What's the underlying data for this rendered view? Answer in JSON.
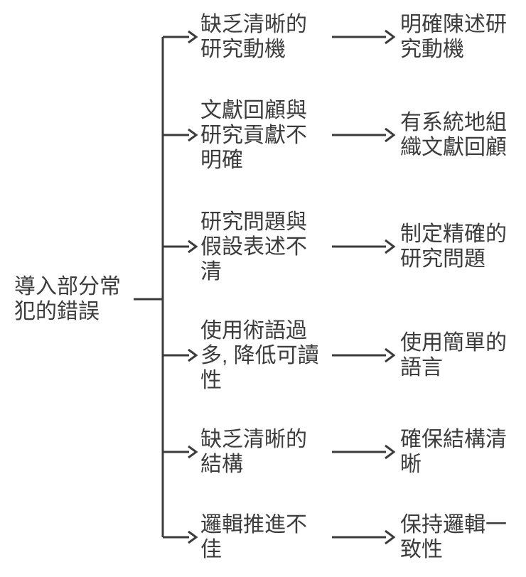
{
  "diagram": {
    "root": {
      "label": "導入部分常\n犯的錯誤"
    },
    "rows": [
      {
        "problem": "缺乏清晰的\n研究動機",
        "solution": "明確陳述研\n究動機"
      },
      {
        "problem": "文獻回顧與\n研究貢獻不\n明確",
        "solution": "有系統地組\n織文獻回顧"
      },
      {
        "problem": "研究問題與\n假設表述不\n清",
        "solution": "制定精確的\n研究問題"
      },
      {
        "problem": "使用術語過\n多, 降低可讀\n性",
        "solution": "使用簡單的\n語言"
      },
      {
        "problem": "缺乏清晰的\n結構",
        "solution": "確保結構清\n晰"
      },
      {
        "problem": "邏輯推進不\n佳",
        "solution": "保持邏輯一\n致性"
      }
    ],
    "colors": {
      "ink": "#3c3c3c",
      "background": "#ffffff"
    }
  }
}
